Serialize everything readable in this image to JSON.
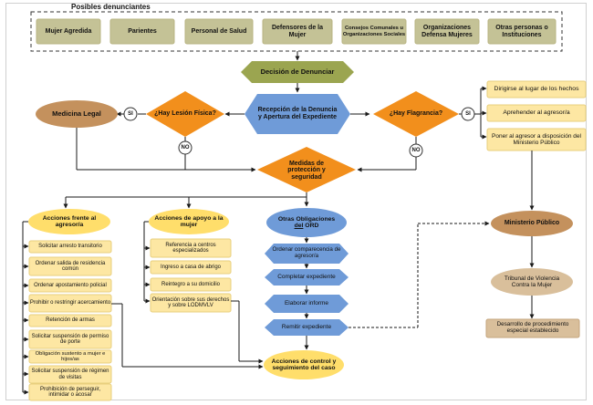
{
  "section_title": "Posibles denunciantes",
  "denunciantes": [
    "Mujer Agredida",
    "Parientes",
    "Personal de Salud",
    "Defensores de la Mujer",
    "Consejos Comunales u Organizaciones Sociales",
    "Organizaciones Defensa Mujeres",
    "Otras personas o Instituciones"
  ],
  "decision": "Decisión de Denunciar",
  "recepcion": "Recepción de la Denuncia y Apertura del Expediente",
  "lesion": "¿Hay Lesión Física?",
  "flagrancia": "¿Hay Flagrancia?",
  "medicina": "Medicina Legal",
  "si_label": "SI",
  "no_label": "NO",
  "flagrancia_actions": [
    "Dirigirse al lugar de los hechos",
    "Aprehender al agresor/a",
    "Poner al agresor a disposición del Ministerio Público"
  ],
  "medidas": "Medidas de protección y seguridad",
  "agresor_header": "Acciones frente al agresor/a",
  "agresor_items": [
    "Solicitar arresto transitorio",
    "Ordenar salida de residencia común",
    "Ordenar apostamiento policial",
    "Prohibir o restringir acercamiento",
    "Retención de armas",
    "Solicitar suspensión de permiso de porte",
    "Obligación sustento a mujer e hijos/as",
    "Solicitar suspensión de régimen de visitas",
    "Prohibición de perseguir, intimidar o acosar"
  ],
  "apoyo_header": "Acciones de apoyo a la mujer",
  "apoyo_items": [
    "Referencia a centros especializados",
    "Ingreso a casa de abrigo",
    "Reintegro a su domicilio",
    "Orientación sobre sus derechos y sobre LODMVLV"
  ],
  "otras_header_1": "Otras Obligaciones",
  "otras_header_2": "del",
  "otras_header_3": "ORD",
  "otras_items": [
    "Ordenar comparecencia de agresor/a",
    "Completar expediente",
    "Elaborar informe",
    "Remitir expediente"
  ],
  "control": "Acciones de control y seguimiento del caso",
  "ministerio": "Ministerio Público",
  "tribunal": "Tribunal de Violencia Contra la Mujer",
  "procedimiento": "Desarrollo de procedimiento especial establecido",
  "colors": {
    "olive": "#c4c296",
    "olive_border": "#b9b483",
    "diamond_green": "#9ba550",
    "orange": "#f28f1c",
    "blue": "#6f9bd8",
    "yellow": "#ffde6b",
    "light_yellow": "#fde7a3",
    "brown": "#c4915d",
    "tan": "#d9bf9b"
  }
}
